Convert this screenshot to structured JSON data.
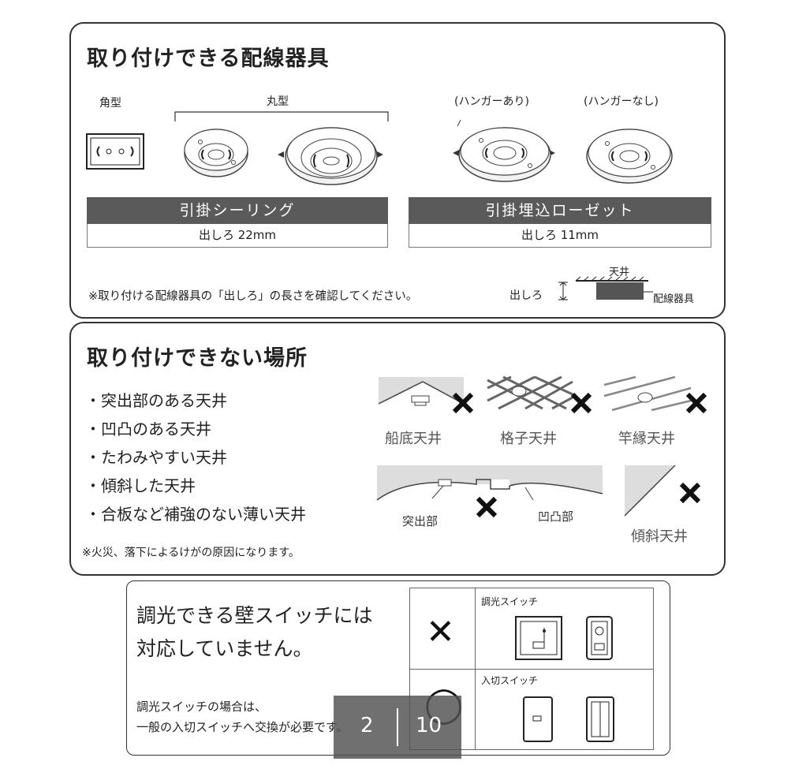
{
  "panel1": {
    "title": "取り付けできる配線器具",
    "label_kakugata": "角型",
    "label_marugata": "丸型",
    "label_hanger_ari": "(ハンガーあり)",
    "label_hanger_nashi": "(ハンガーなし)",
    "bar_left": "引掛シーリング",
    "bar_left_sub": "出しろ 22mm",
    "bar_right": "引掛埋込ローゼット",
    "bar_right_sub": "出しろ 11mm",
    "note": "※取り付ける配線器具の「出しろ」の長さを確認してください。",
    "diagram_dashiro": "出しろ",
    "diagram_tenjo": "天井",
    "diagram_haisen": "配線器具"
  },
  "panel2": {
    "title": "取り付けできない場所",
    "bullets": [
      "・突出部のある天井",
      "・凹凸のある天井",
      "・たわみやすい天井",
      "・傾斜した天井",
      "・合板など補強のない薄い天井"
    ],
    "note": "※火災、落下によるけがの原因になります。",
    "img_labels": {
      "funazoko": "船底天井",
      "koshi": "格子天井",
      "saobuchi": "竿縁天井",
      "tosshutsu": "突出部",
      "outotsu": "凹凸部",
      "keisha": "傾斜天井"
    }
  },
  "panel3": {
    "line1": "調光できる壁スイッチには",
    "line2": "対応していません。",
    "note1": "調光スイッチの場合は、",
    "note2": "一般の入切スイッチへ交換が必要です。",
    "dimmer_label": "調光スイッチ",
    "onoff_label": "入切スイッチ",
    "mark_x": "✕",
    "mark_o": "◯"
  },
  "overlay": {
    "current": "2",
    "total": "10"
  },
  "colors": {
    "bar": "#5a5a5a",
    "border": "#333333",
    "cross": "#111111"
  }
}
